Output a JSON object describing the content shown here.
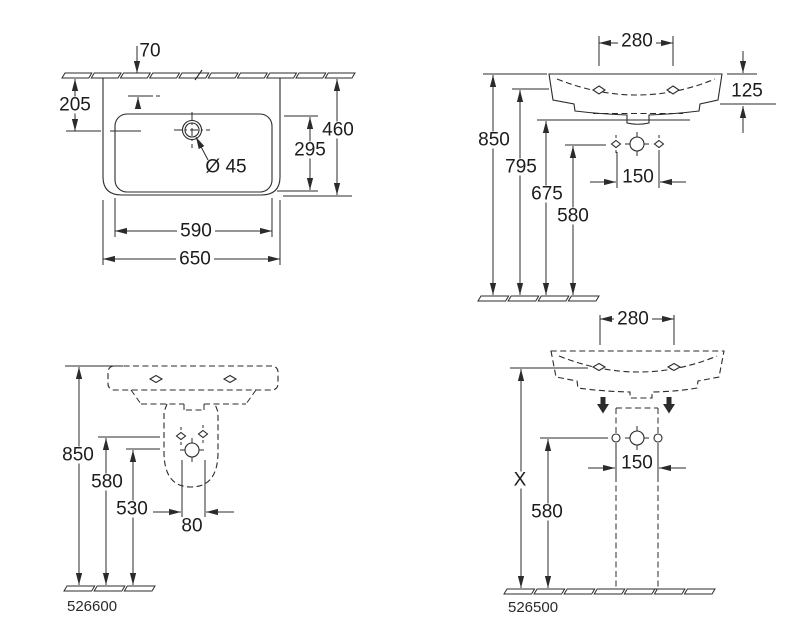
{
  "drawing": {
    "title": "washbasin-dimension-drawing",
    "background": "#ffffff",
    "line_color": "#2b2b2b",
    "text_color": "#1c1c1c",
    "views": {
      "top": {
        "dims": {
          "tap_to_wall": "70",
          "wall_to_drain": "205",
          "bowl_depth": "295",
          "overall_depth": "460",
          "drain_diameter": "Ø 45",
          "bowl_width": "590",
          "overall_width": "650"
        }
      },
      "front": {
        "dims": {
          "fixing_hole_spacing": "280",
          "rim_thickness": "125",
          "rim_height": "850",
          "fixing_hole_height": "795",
          "underside_height": "675",
          "bracket_height": "580",
          "bracket_spacing": "150"
        }
      },
      "rear": {
        "product_code": "526600",
        "dims": {
          "rim_height": "850",
          "fixing_height": "580",
          "trap_height": "530",
          "pipe_spacing": "80"
        }
      },
      "pedestal": {
        "product_code": "526500",
        "dims": {
          "fixing_hole_spacing": "280",
          "installation_height": "X",
          "fixing_height": "580",
          "bracket_spacing": "150"
        }
      }
    }
  }
}
